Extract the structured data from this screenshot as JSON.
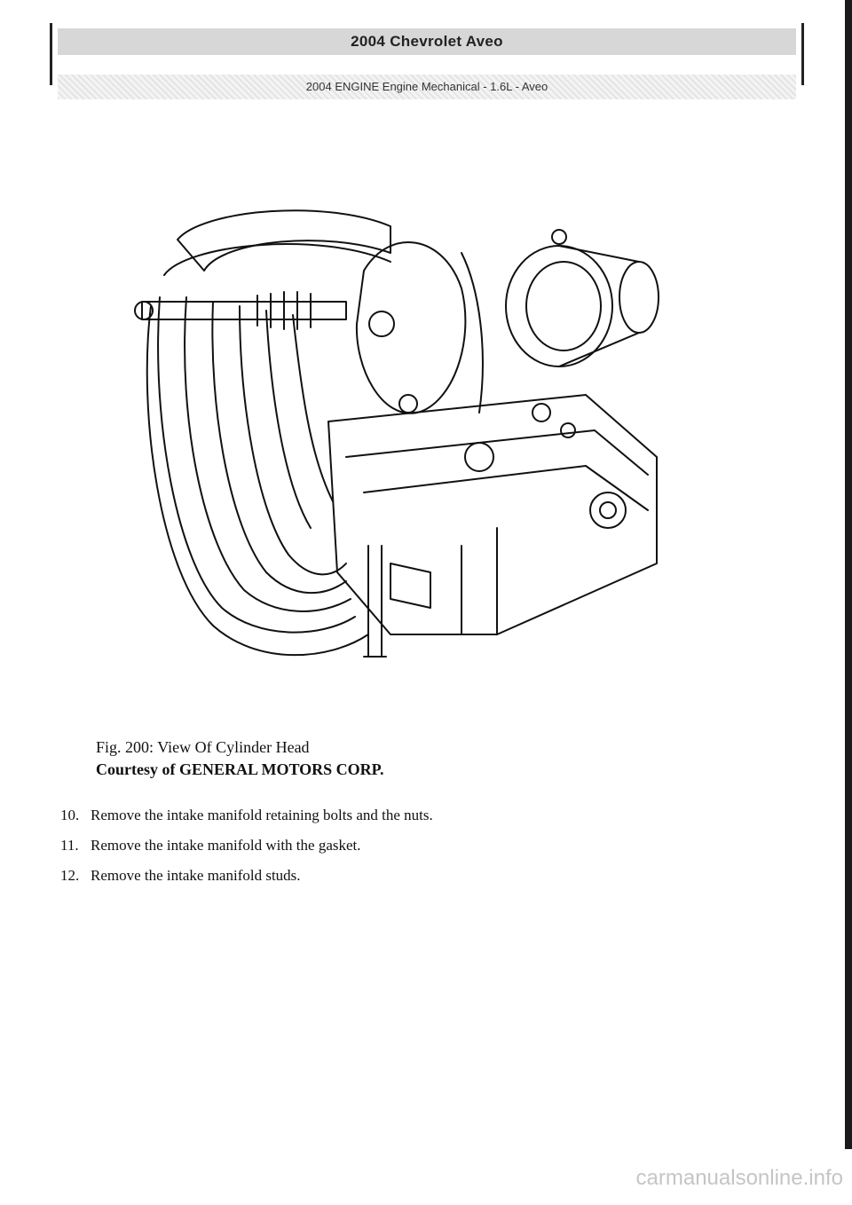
{
  "header": {
    "title": "2004 Chevrolet Aveo",
    "subtitle": "2004 ENGINE Engine Mechanical - 1.6L - Aveo"
  },
  "figure": {
    "caption": "Fig. 200: View Of Cylinder Head",
    "credit": "Courtesy of GENERAL MOTORS CORP."
  },
  "steps": [
    {
      "number": "10.",
      "text": "Remove the intake manifold retaining bolts and the nuts."
    },
    {
      "number": "11.",
      "text": "Remove the intake manifold with the gasket."
    },
    {
      "number": "12.",
      "text": "Remove the intake manifold studs."
    }
  ],
  "footer": {
    "watermark": "carmanualsonline.info"
  }
}
